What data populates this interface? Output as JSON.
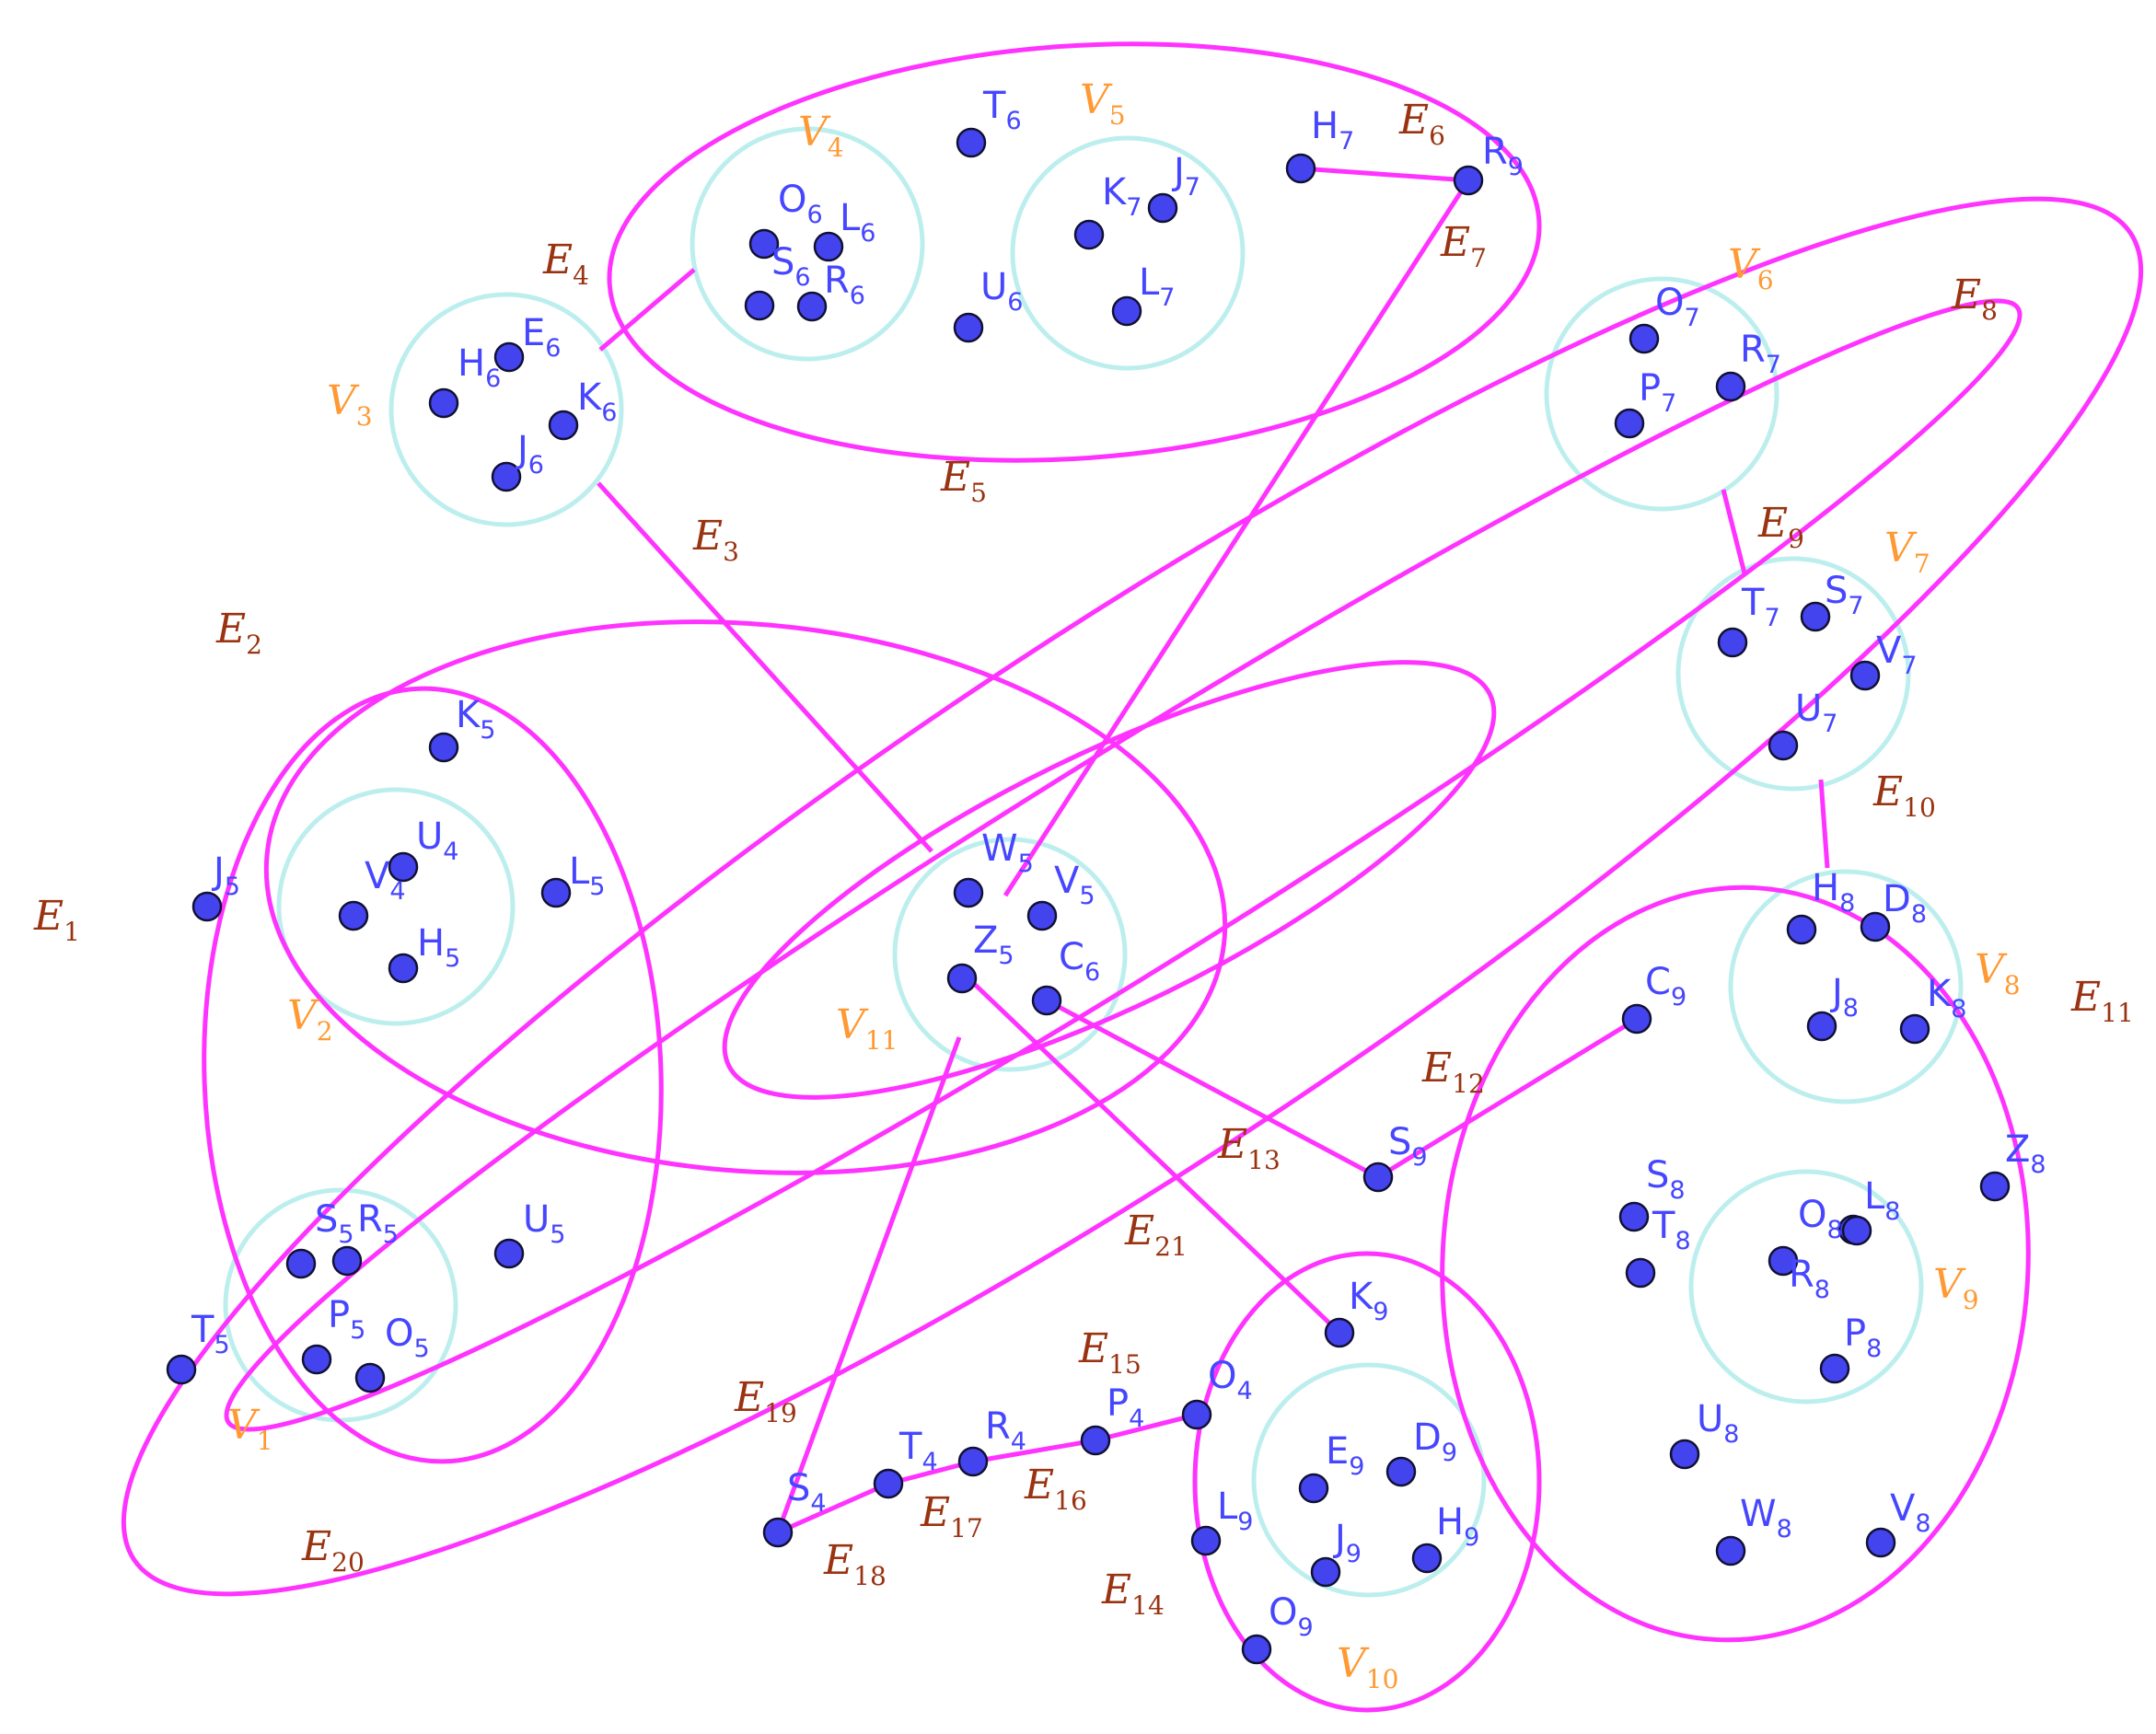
{
  "colors": {
    "edge": "#ff33ff",
    "group_circle": "#bdeeee",
    "node_fill": "#4444ee",
    "node_label": "#4646ff",
    "group_label": "#ff9933",
    "edge_label": "#993311"
  },
  "nodes": [
    {
      "id": "K5",
      "text": "K",
      "sub": "5"
    },
    {
      "id": "J5",
      "text": "J",
      "sub": "5"
    },
    {
      "id": "U4",
      "text": "U",
      "sub": "4"
    },
    {
      "id": "V4",
      "text": "V",
      "sub": "4"
    },
    {
      "id": "H5",
      "text": "H",
      "sub": "5"
    },
    {
      "id": "L5",
      "text": "L",
      "sub": "5"
    },
    {
      "id": "S5",
      "text": "S",
      "sub": "5"
    },
    {
      "id": "R5",
      "text": "R",
      "sub": "5"
    },
    {
      "id": "U5",
      "text": "U",
      "sub": "5"
    },
    {
      "id": "T5",
      "text": "T",
      "sub": "5"
    },
    {
      "id": "P5",
      "text": "P",
      "sub": "5"
    },
    {
      "id": "O5",
      "text": "O",
      "sub": "5"
    },
    {
      "id": "E6",
      "text": "E",
      "sub": "6"
    },
    {
      "id": "H6",
      "text": "H",
      "sub": "6"
    },
    {
      "id": "K6",
      "text": "K",
      "sub": "6"
    },
    {
      "id": "J6",
      "text": "J",
      "sub": "6"
    },
    {
      "id": "O6",
      "text": "O",
      "sub": "6"
    },
    {
      "id": "L6",
      "text": "L",
      "sub": "6"
    },
    {
      "id": "S6",
      "text": "S",
      "sub": "6"
    },
    {
      "id": "R6",
      "text": "R",
      "sub": "6"
    },
    {
      "id": "T6",
      "text": "T",
      "sub": "6"
    },
    {
      "id": "U6",
      "text": "U",
      "sub": "6"
    },
    {
      "id": "K7",
      "text": "K",
      "sub": "7"
    },
    {
      "id": "J7",
      "text": "J",
      "sub": "7"
    },
    {
      "id": "L7",
      "text": "L",
      "sub": "7"
    },
    {
      "id": "H7",
      "text": "H",
      "sub": "7"
    },
    {
      "id": "R9",
      "text": "R",
      "sub": "9"
    },
    {
      "id": "O7",
      "text": "O",
      "sub": "7"
    },
    {
      "id": "P7",
      "text": "P",
      "sub": "7"
    },
    {
      "id": "R7",
      "text": "R",
      "sub": "7"
    },
    {
      "id": "T7",
      "text": "T",
      "sub": "7"
    },
    {
      "id": "S7",
      "text": "S",
      "sub": "7"
    },
    {
      "id": "V7",
      "text": "V",
      "sub": "7"
    },
    {
      "id": "U7",
      "text": "U",
      "sub": "7"
    },
    {
      "id": "W5",
      "text": "W",
      "sub": "5"
    },
    {
      "id": "V5",
      "text": "V",
      "sub": "5"
    },
    {
      "id": "Z5",
      "text": "Z",
      "sub": "5"
    },
    {
      "id": "C6",
      "text": "C",
      "sub": "6"
    },
    {
      "id": "H8",
      "text": "H",
      "sub": "8"
    },
    {
      "id": "D8",
      "text": "D",
      "sub": "8"
    },
    {
      "id": "J8",
      "text": "J",
      "sub": "8"
    },
    {
      "id": "K8",
      "text": "K",
      "sub": "8"
    },
    {
      "id": "C9",
      "text": "C",
      "sub": "9"
    },
    {
      "id": "S9",
      "text": "S",
      "sub": "9"
    },
    {
      "id": "S8",
      "text": "S",
      "sub": "8"
    },
    {
      "id": "T8",
      "text": "T",
      "sub": "8"
    },
    {
      "id": "O8",
      "text": "O",
      "sub": "8"
    },
    {
      "id": "L8",
      "text": "L",
      "sub": "8"
    },
    {
      "id": "R8",
      "text": "R",
      "sub": "8"
    },
    {
      "id": "P8",
      "text": "P",
      "sub": "8"
    },
    {
      "id": "Z8",
      "text": "Z",
      "sub": "8"
    },
    {
      "id": "U8",
      "text": "U",
      "sub": "8"
    },
    {
      "id": "W8",
      "text": "W",
      "sub": "8"
    },
    {
      "id": "V8",
      "text": "V",
      "sub": "8"
    },
    {
      "id": "K9",
      "text": "K",
      "sub": "9"
    },
    {
      "id": "O4",
      "text": "O",
      "sub": "4"
    },
    {
      "id": "P4",
      "text": "P",
      "sub": "4"
    },
    {
      "id": "R4",
      "text": "R",
      "sub": "4"
    },
    {
      "id": "T4",
      "text": "T",
      "sub": "4"
    },
    {
      "id": "S4",
      "text": "S",
      "sub": "4"
    },
    {
      "id": "E9",
      "text": "E",
      "sub": "9"
    },
    {
      "id": "D9",
      "text": "D",
      "sub": "9"
    },
    {
      "id": "L9",
      "text": "L",
      "sub": "9"
    },
    {
      "id": "J9",
      "text": "J",
      "sub": "9"
    },
    {
      "id": "H9",
      "text": "H",
      "sub": "9"
    },
    {
      "id": "O9",
      "text": "O",
      "sub": "9"
    }
  ],
  "groups": [
    {
      "id": "V1",
      "text": "V",
      "sub": "1"
    },
    {
      "id": "V2",
      "text": "V",
      "sub": "2"
    },
    {
      "id": "V3",
      "text": "V",
      "sub": "3"
    },
    {
      "id": "V4",
      "text": "V",
      "sub": "4"
    },
    {
      "id": "V5",
      "text": "V",
      "sub": "5"
    },
    {
      "id": "V6",
      "text": "V",
      "sub": "6"
    },
    {
      "id": "V7",
      "text": "V",
      "sub": "7"
    },
    {
      "id": "V8",
      "text": "V",
      "sub": "8"
    },
    {
      "id": "V9",
      "text": "V",
      "sub": "9"
    },
    {
      "id": "V10",
      "text": "V",
      "sub": "10"
    },
    {
      "id": "V11",
      "text": "V",
      "sub": "11"
    }
  ],
  "edges": [
    {
      "id": "E1",
      "text": "E",
      "sub": "1"
    },
    {
      "id": "E2",
      "text": "E",
      "sub": "2"
    },
    {
      "id": "E3",
      "text": "E",
      "sub": "3"
    },
    {
      "id": "E4",
      "text": "E",
      "sub": "4"
    },
    {
      "id": "E5",
      "text": "E",
      "sub": "5"
    },
    {
      "id": "E6",
      "text": "E",
      "sub": "6"
    },
    {
      "id": "E7",
      "text": "E",
      "sub": "7"
    },
    {
      "id": "E8",
      "text": "E",
      "sub": "8"
    },
    {
      "id": "E9",
      "text": "E",
      "sub": "9"
    },
    {
      "id": "E10",
      "text": "E",
      "sub": "10"
    },
    {
      "id": "E11",
      "text": "E",
      "sub": "11"
    },
    {
      "id": "E12",
      "text": "E",
      "sub": "12"
    },
    {
      "id": "E13",
      "text": "E",
      "sub": "13"
    },
    {
      "id": "E14",
      "text": "E",
      "sub": "14"
    },
    {
      "id": "E15",
      "text": "E",
      "sub": "15"
    },
    {
      "id": "E16",
      "text": "E",
      "sub": "16"
    },
    {
      "id": "E17",
      "text": "E",
      "sub": "17"
    },
    {
      "id": "E18",
      "text": "E",
      "sub": "18"
    },
    {
      "id": "E19",
      "text": "E",
      "sub": "19"
    },
    {
      "id": "E20",
      "text": "E",
      "sub": "20"
    },
    {
      "id": "E21",
      "text": "E",
      "sub": "21"
    }
  ]
}
